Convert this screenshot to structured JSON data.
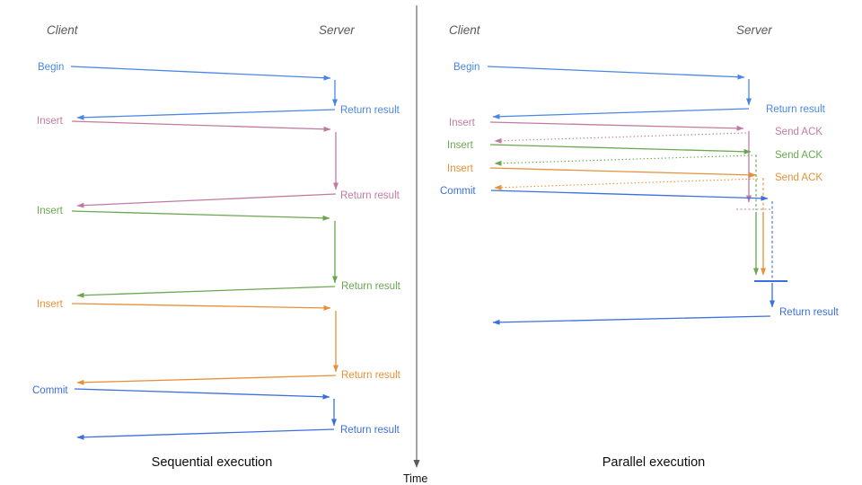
{
  "diagram_type": "sequence-diagram comparison: database transaction execution",
  "colors": {
    "begin_blue": "#4a86e8",
    "commit_blue": "#3c6fe0",
    "insert_pink": "#c27ba0",
    "insert_green": "#6aa84f",
    "insert_orange": "#e69138",
    "axis_gray": "#5a5a5a",
    "header_gray": "#58595c",
    "title_black": "#0d0d0d"
  },
  "time_axis": {
    "label": "Time"
  },
  "left": {
    "header_client": "Client",
    "header_server": "Server",
    "title": "Sequential execution",
    "events": [
      {
        "label": "Begin",
        "result": "Return result"
      },
      {
        "label": "Insert",
        "result": "Return result"
      },
      {
        "label": "Insert",
        "result": "Return result"
      },
      {
        "label": "Insert",
        "result": "Return result"
      },
      {
        "label": "Commit",
        "result": "Return result"
      }
    ]
  },
  "right": {
    "header_client": "Client",
    "header_server": "Server",
    "title": "Parallel execution",
    "events": [
      {
        "label": "Begin",
        "result": "Return result"
      },
      {
        "label": "Insert",
        "ack": "Send ACK"
      },
      {
        "label": "Insert",
        "ack": "Send ACK"
      },
      {
        "label": "Insert",
        "ack": "Send ACK"
      },
      {
        "label": "Commit"
      }
    ],
    "final_result": "Return result"
  }
}
